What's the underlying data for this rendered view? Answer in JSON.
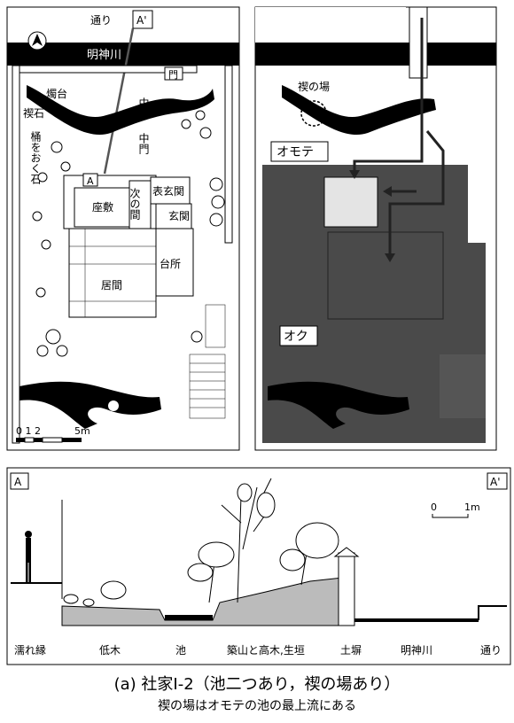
{
  "plan_left": {
    "street": "通り",
    "section_mark_top": "A'",
    "section_mark_house": "A",
    "river": "明神川",
    "gate": "門",
    "candle": "燭台",
    "misogi_stone": "禊石",
    "inner_wall": "中塀",
    "inner_gate": "中門",
    "bucket_stone": "桶をおく石",
    "omote_genkan": "表玄関",
    "zashiki": "座敷",
    "tsugi_no_ma": "次の間",
    "genkan": "玄関",
    "daidokoro": "台所",
    "ima": "居間",
    "scale_text": "0 1 2",
    "scale_end": "5m"
  },
  "plan_right": {
    "misogi_place": "禊の場",
    "omote": "オモテ",
    "oku": "オク"
  },
  "section": {
    "mark_left": "A",
    "mark_right": "A'",
    "scale_zero": "0",
    "scale_one": "1m",
    "labels": [
      "濡れ縁",
      "低木",
      "池",
      "築山と高木,生垣",
      "土塀",
      "明神川",
      "通り"
    ]
  },
  "caption": {
    "main": "(a) 社家Ⅰ-2（池二つあり，禊の場あり）",
    "sub": "禊の場はオモテの池の最上流にある"
  }
}
